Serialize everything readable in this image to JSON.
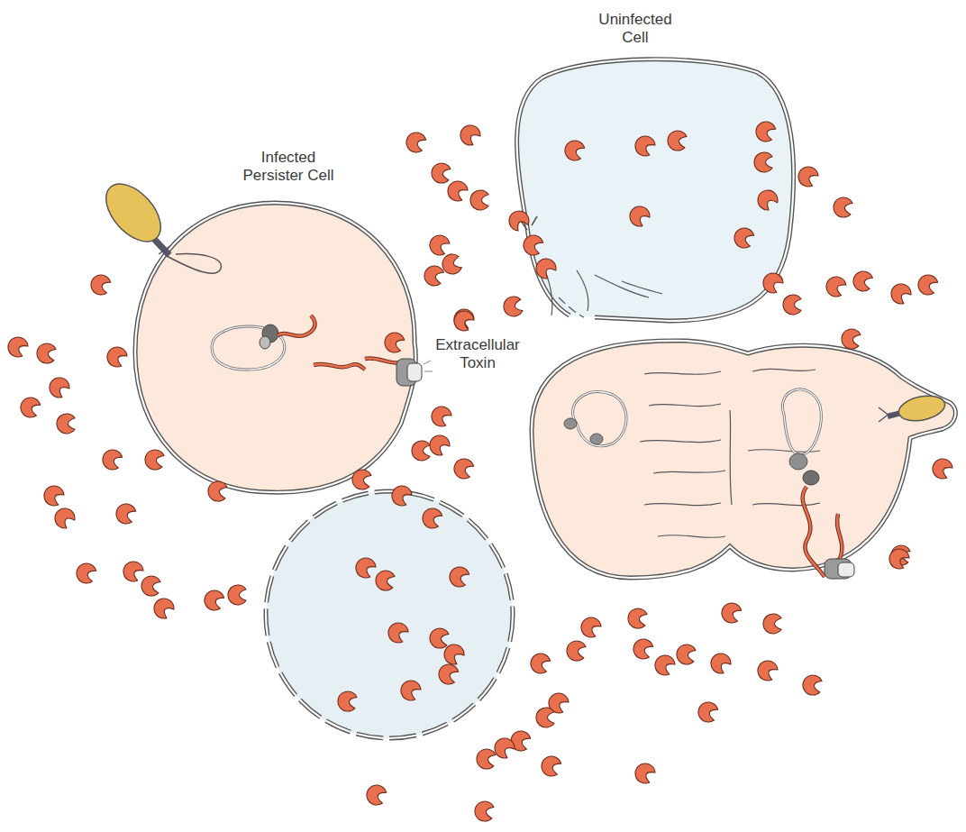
{
  "diagram": {
    "nodes": [
      {
        "text": [
          "Uninfected Cell"
        ]
      },
      {
        "text": [
          "Infected Persister Cell"
        ]
      }
    ],
    "labels": [
      "Extracellular Toxin"
    ]
  }
}
